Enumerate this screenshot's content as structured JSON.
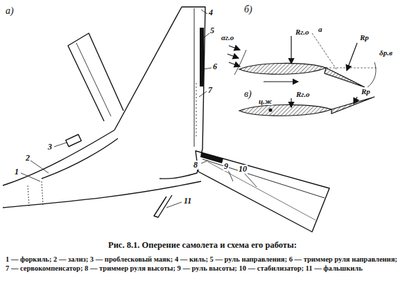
{
  "diagram": {
    "caption": "Рис. 8.1. Оперение самолета и схема его работы:",
    "labels": [
      "а)",
      "б)",
      "в)",
      "1",
      "2",
      "3",
      "4",
      "5",
      "6",
      "7",
      "8",
      "9",
      "10",
      "11",
      "αг.о",
      "Rг.о",
      "a",
      "Rр",
      "δр.в",
      "ц.ж",
      "Rг.о",
      "Rр",
      "1 — форкиль; 2 — зализ; 3 — проблесковый маяк; 4 — киль; 5 — руль направления; 6 — триммер руля направления; 7 — сервокомпенсатор; 8 — триммер руля высоты; 9 — руль высоты; 10 — стабилизатор; 11 — фальшкиль"
    ]
  }
}
